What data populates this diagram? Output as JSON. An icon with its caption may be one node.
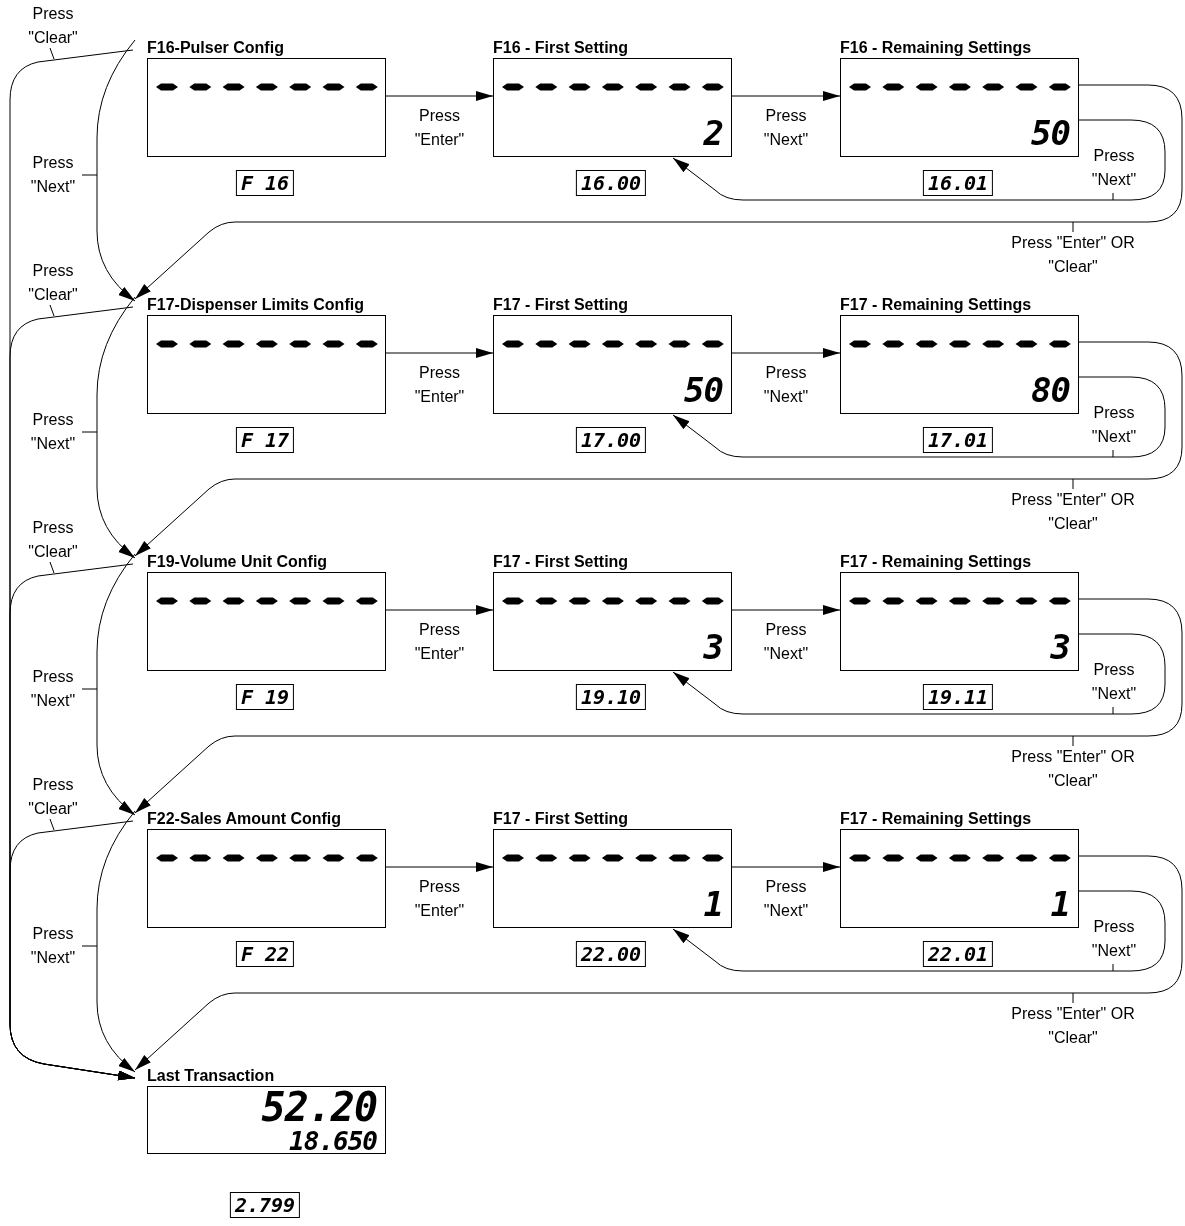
{
  "diagram": {
    "nodes": [
      {
        "text": [
          "F16-Pulser Config"
        ],
        "beside": [
          "F 16"
        ]
      },
      {
        "text": [
          "F16 - First Setting",
          "2"
        ],
        "beside": [
          "16.00"
        ]
      },
      {
        "text": [
          "F16 - Remaining Settings",
          "50"
        ],
        "beside": [
          "16.01"
        ]
      },
      {
        "text": [
          "F17-Dispenser Limits Config"
        ],
        "beside": [
          "F 17"
        ]
      },
      {
        "text": [
          "F17 - First Setting",
          "50"
        ],
        "beside": [
          "17.00"
        ]
      },
      {
        "text": [
          "F17 - Remaining Settings",
          "80"
        ],
        "beside": [
          "17.01"
        ]
      },
      {
        "text": [
          "F19-Volume Unit Config"
        ],
        "beside": [
          "F 19"
        ]
      },
      {
        "text": [
          "F17 - First Setting",
          "3"
        ],
        "beside": [
          "19.10"
        ]
      },
      {
        "text": [
          "F17 - Remaining Settings",
          "3"
        ],
        "beside": [
          "19.11"
        ]
      },
      {
        "text": [
          "F22-Sales Amount Config"
        ],
        "beside": [
          "F 22"
        ]
      },
      {
        "text": [
          "F17 - First Setting",
          "1"
        ],
        "beside": [
          "22.00"
        ]
      },
      {
        "text": [
          "F17 - Remaining Settings",
          "1"
        ],
        "beside": [
          "22.01"
        ]
      },
      {
        "text": [
          "Last Transaction",
          "52.20",
          "18.650"
        ],
        "beside": [
          "2.799"
        ]
      }
    ],
    "edges": [
      {
        "from": 0,
        "to": 12,
        "arrow": "to",
        "label": "Press \"Clear\""
      },
      {
        "from": 0,
        "to": 3,
        "arrow": "to",
        "label": "Press \"Next\""
      },
      {
        "from": 0,
        "to": 1,
        "arrow": "to",
        "label": "Press \"Enter\""
      },
      {
        "from": 1,
        "to": 2,
        "arrow": "to",
        "label": "Press \"Next\""
      },
      {
        "from": 2,
        "to": 1,
        "arrow": "to",
        "label": "Press \"Next\""
      },
      {
        "from": 2,
        "to": 3,
        "arrow": "to",
        "label": "Press \"Enter\" OR \"Clear\""
      },
      {
        "from": 3,
        "to": 12,
        "arrow": "to",
        "label": "Press \"Clear\""
      },
      {
        "from": 3,
        "to": 6,
        "arrow": "to",
        "label": "Press \"Next\""
      },
      {
        "from": 3,
        "to": 4,
        "arrow": "to",
        "label": "Press \"Enter\""
      },
      {
        "from": 4,
        "to": 5,
        "arrow": "to",
        "label": "Press \"Next\""
      },
      {
        "from": 5,
        "to": 4,
        "arrow": "to",
        "label": "Press \"Next\""
      },
      {
        "from": 5,
        "to": 6,
        "arrow": "to",
        "label": "Press \"Enter\" OR \"Clear\""
      },
      {
        "from": 6,
        "to": 12,
        "arrow": "to",
        "label": "Press \"Clear\""
      },
      {
        "from": 6,
        "to": 9,
        "arrow": "to",
        "label": "Press \"Next\""
      },
      {
        "from": 6,
        "to": 7,
        "arrow": "to",
        "label": "Press \"Enter\""
      },
      {
        "from": 7,
        "to": 8,
        "arrow": "to",
        "label": "Press \"Next\""
      },
      {
        "from": 8,
        "to": 7,
        "arrow": "to",
        "label": "Press \"Next\""
      },
      {
        "from": 8,
        "to": 9,
        "arrow": "to",
        "label": "Press \"Enter\" OR \"Clear\""
      },
      {
        "from": 9,
        "to": 12,
        "arrow": "to",
        "label": "Press \"Clear\""
      },
      {
        "from": 9,
        "to": 12,
        "arrow": "to",
        "label": "Press \"Next\""
      },
      {
        "from": 9,
        "to": 10,
        "arrow": "to",
        "label": "Press \"Enter\""
      },
      {
        "from": 10,
        "to": 11,
        "arrow": "to",
        "label": "Press \"Next\""
      },
      {
        "from": 11,
        "to": 10,
        "arrow": "to",
        "label": "Press \"Next\""
      },
      {
        "from": 11,
        "to": 12,
        "arrow": "to",
        "label": "Press \"Enter\" OR \"Clear\""
      }
    ]
  }
}
